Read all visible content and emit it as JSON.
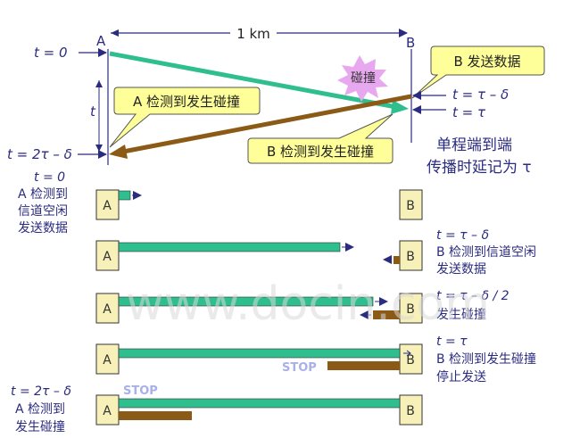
{
  "colors": {
    "signal_a": "#2fbf8f",
    "signal_b": "#8b5a17",
    "station_box": "#f7f0b8",
    "callout_fill": "#ffff99",
    "axis": "#2b2b80",
    "burst": "#e7a8ef",
    "stop_text": "#a8b0e8",
    "watermark": "#d9d9d9"
  },
  "diagram": {
    "distance_label": "1 km",
    "node_a": "A",
    "node_b": "B",
    "t0": "t = 0",
    "t_axis": "t",
    "t_2tau_minus_delta": "t = 2τ – δ",
    "t_tau_minus_delta": "t = τ – δ",
    "t_tau": "t = τ",
    "collision": "碰撞",
    "callout_a_detect": "A 检测到发生碰撞",
    "callout_b_send": "B 发送数据",
    "callout_b_detect": "B 检测到发生碰撞",
    "delay_note_line1": "单程端到端",
    "delay_note_line2": "传播时延记为 τ"
  },
  "steps": [
    {
      "station_a": "A",
      "station_b": "B",
      "left_lines": [
        "t = 0",
        "A 检测到",
        "信道空闲",
        "发送数据"
      ],
      "right_lines": [],
      "stop_label": ""
    },
    {
      "station_a": "A",
      "station_b": "B",
      "left_lines": [],
      "right_lines": [
        "t = τ – δ",
        "B 检测到信道空闲",
        "发送数据"
      ],
      "stop_label": ""
    },
    {
      "station_a": "A",
      "station_b": "B",
      "left_lines": [],
      "right_lines": [
        "t = τ – δ / 2",
        "发生碰撞"
      ],
      "stop_label": ""
    },
    {
      "station_a": "A",
      "station_b": "B",
      "left_lines": [],
      "right_lines": [
        "t = τ",
        "B 检测到发生碰撞",
        "停止发送"
      ],
      "stop_label": "STOP"
    },
    {
      "station_a": "A",
      "station_b": "B",
      "left_lines": [
        "t = 2τ – δ",
        "A 检测到",
        "发生碰撞"
      ],
      "right_lines": [],
      "stop_label": "STOP"
    }
  ],
  "watermark": "www.docin.com"
}
